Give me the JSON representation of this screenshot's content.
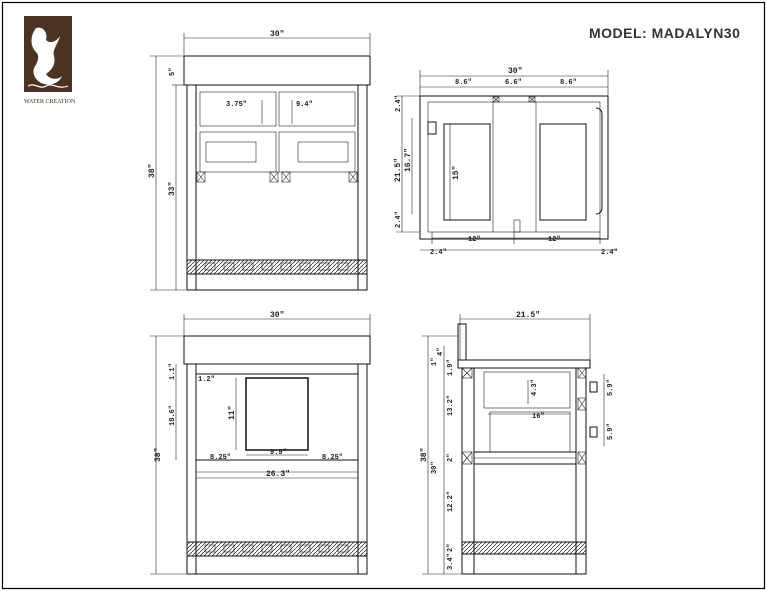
{
  "brand": {
    "name": "WATER CREATION",
    "logo_color": "#4a3322"
  },
  "model_label": "MODEL: MADALYN30",
  "front": {
    "width": "30\"",
    "top_height": "5\"",
    "height_total": "38\"",
    "height_body": "33\"",
    "drawer_a": "3.75\"",
    "drawer_b": "9.4\""
  },
  "top": {
    "width": "30\"",
    "seg_left": "8.6\"",
    "seg_mid": "6.6\"",
    "seg_right": "8.6\"",
    "depth": "21.5\"",
    "inner_depth": "16.7\"",
    "edge_top": "2.4\"",
    "edge_bottom": "2.4\"",
    "inner_h": "15\"",
    "bottom_left": "12\"",
    "bottom_right": "12\"",
    "corner_left": "2.4\"",
    "corner_right": "2.4\""
  },
  "back": {
    "width": "30\"",
    "lip": "1.1\"",
    "gap": "1.2\"",
    "panel_h": "18.6\"",
    "opening_h": "11\"",
    "opening_w": "9.9\"",
    "side_left": "8.25\"",
    "side_right": "8.25\"",
    "height_total": "38\"",
    "inner_w": "26.3\""
  },
  "side": {
    "depth": "21.5\"",
    "splash": "4\"",
    "lip": "1\"",
    "top_gap": "1.9\"",
    "drawer_depth": "16\"",
    "pull_h": "4.3\"",
    "pull_a": "5.9\"",
    "pull_b": "5.9\"",
    "body_h": "13.2\"",
    "mid_gap": "2\"",
    "height_total": "38\"",
    "leg_h": "30\"",
    "shelf_gap": "12.2\"",
    "foot_a": "2\"",
    "foot_b": "3.4\""
  }
}
